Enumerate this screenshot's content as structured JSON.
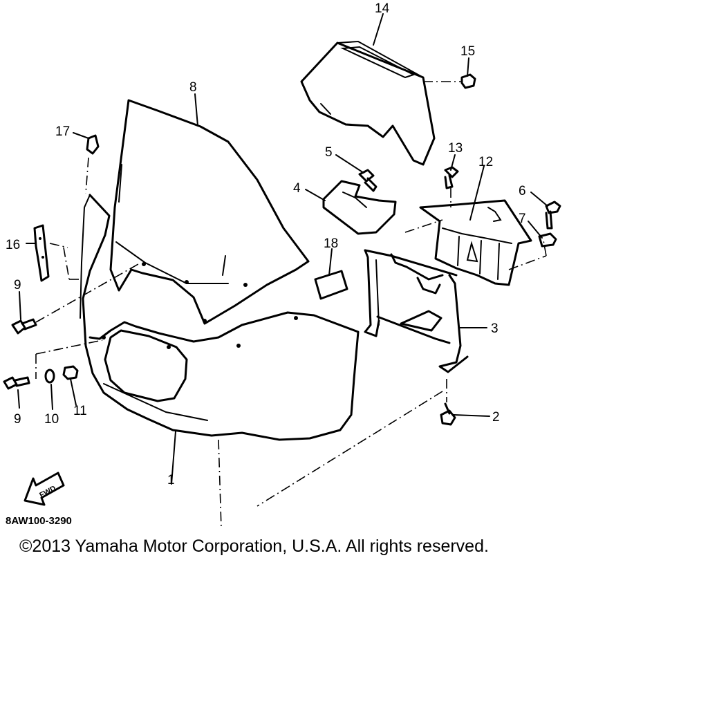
{
  "diagram_code": "8AW100-3290",
  "direction_label": "FWD",
  "copyright": "©2013 Yamaha Motor Corporation, U.S.A. All rights reserved.",
  "callouts": {
    "c1": "1",
    "c2": "2",
    "c3": "3",
    "c4": "4",
    "c5": "5",
    "c6": "6",
    "c7": "7",
    "c8": "8",
    "c9a": "9",
    "c9b": "9",
    "c10": "10",
    "c11": "11",
    "c12": "12",
    "c13": "13",
    "c14": "14",
    "c15": "15",
    "c16": "16",
    "c17": "17",
    "c18": "18"
  }
}
